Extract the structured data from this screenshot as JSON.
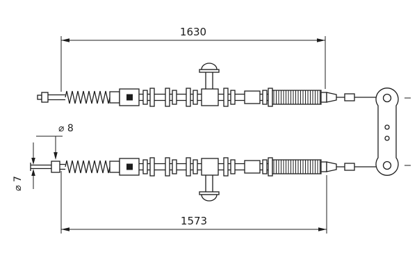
{
  "page": {
    "background": "#ffffff",
    "ink": "#1c1c1c"
  },
  "drawing": {
    "kind": "parking-brake-cable-technical-drawing",
    "labels": {
      "length_top": "1630",
      "length_bottom": "1573",
      "dia_fitting": "⌀ 8",
      "dia_cable": "⌀ 7"
    }
  }
}
